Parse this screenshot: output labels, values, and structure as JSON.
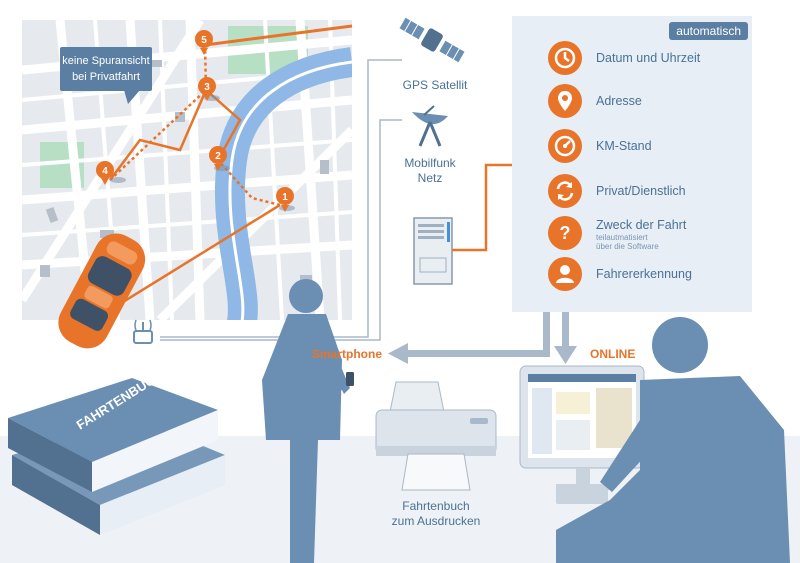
{
  "map": {
    "callout": "keine Spuransicht\nbei Privatfahrt",
    "markers": [
      "1",
      "2",
      "3",
      "4",
      "5"
    ]
  },
  "sources": {
    "gps": "GPS Satellit",
    "mobile": "Mobilfunk\nNetz"
  },
  "panel": {
    "badge": "automatisch",
    "features": [
      {
        "label": "Datum und Uhrzeit",
        "icon": "clock-icon"
      },
      {
        "label": "Adresse",
        "icon": "location-pin-icon"
      },
      {
        "label": "KM-Stand",
        "icon": "speedometer-icon"
      },
      {
        "label": "Privat/Dienstlich",
        "icon": "swap-arrows-icon"
      },
      {
        "label": "Zweck der Fahrt",
        "sub": "teilautmatisiert\nüber die Software",
        "icon": "question-icon"
      },
      {
        "label": "Fahrererkennung",
        "icon": "person-icon"
      }
    ]
  },
  "outputs": {
    "smartphone": "Smartphone",
    "online": "ONLINE",
    "printer": "Fahrtenbuch\nzum Ausdrucken",
    "book_title": "FAHRTENBUCH"
  },
  "colors": {
    "accent": "#e8742a",
    "figure": "#6a8fb3",
    "panel_bg": "#e8eef5",
    "map_road": "#ffffff",
    "map_block": "#e6e9ee",
    "river": "#8fb8e6",
    "park": "#b7dfc4"
  }
}
